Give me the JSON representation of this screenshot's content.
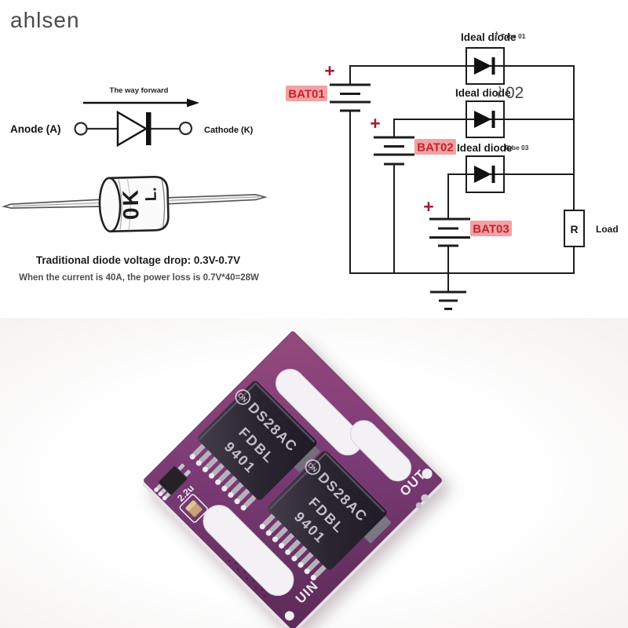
{
  "watermark": "ahlsen",
  "diode_panel": {
    "arrow_label": "The way forward",
    "anode_label": "Anode (A)",
    "cathode_label": "Cathode (K)",
    "body_marking": "0K",
    "body_marking_2": "L.",
    "caption_line1": "Traditional diode voltage drop: 0.3V-0.7V",
    "caption_line2": "When the current is 40A, the power loss is 0.7V*40=28W"
  },
  "circuit": {
    "plus_label": "+",
    "batteries": [
      {
        "label": "BAT01"
      },
      {
        "label": "BAT02"
      },
      {
        "label": "BAT03"
      }
    ],
    "diodes": [
      {
        "name": "Ideal diode",
        "tube": "Tube 01"
      },
      {
        "name": "Ideal diode",
        "tube": "02"
      },
      {
        "name": "Ideal diode",
        "tube": "Tube 03"
      }
    ],
    "resistor_label": "R",
    "load_label": "Load",
    "colors": {
      "wire": "#1c1c1c",
      "battery_tag_bg": "#f2a2a4",
      "battery_tag_text": "#c3232f",
      "plus_sign": "#a11d32"
    }
  },
  "pcb": {
    "chip_logo": "ON",
    "chip_line1": "DS28AC",
    "chip_line2": "FDBL",
    "chip_line3": "9401",
    "out_label": "OUT",
    "vin_label": "UIN",
    "cap_label": "2.2u",
    "colors": {
      "board_purple": "#7c3b76",
      "chip_black": "#2b2530",
      "silkscreen_white": "#f3f1f5"
    }
  }
}
